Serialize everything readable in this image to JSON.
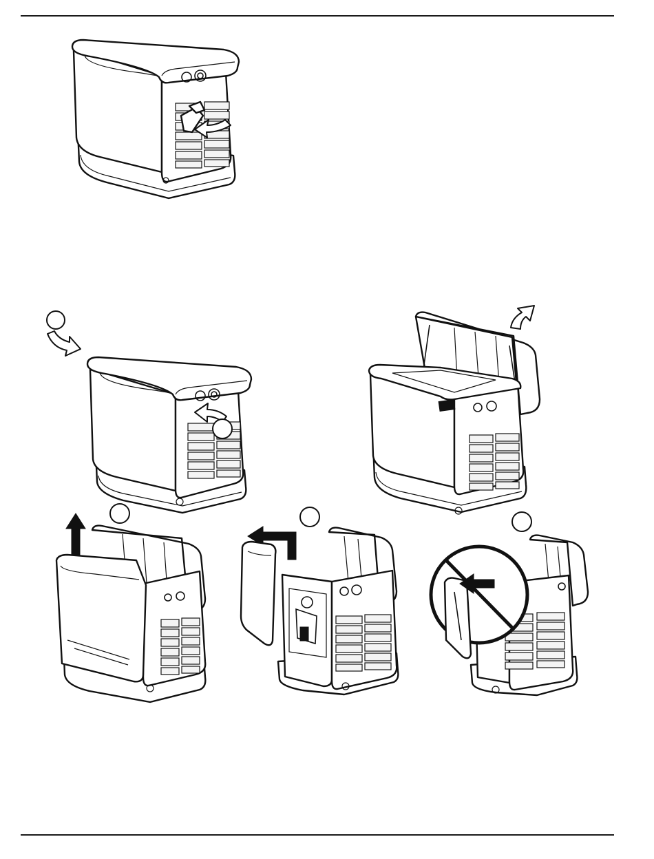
{
  "page": {
    "top_rule": true,
    "bottom_rule": true
  },
  "figures": [
    {
      "id": "fig-open-lock-access",
      "icon": "generator-closed-lid",
      "note": ""
    },
    {
      "id": "fig-step-1",
      "icon": "generator-closed-lid",
      "callouts": [
        "",
        ""
      ]
    },
    {
      "id": "fig-step-lift-lid",
      "icon": "generator-open-lid"
    },
    {
      "id": "fig-step-remove-side-panel",
      "icon": "generator-panel-lift",
      "callouts": [
        ""
      ]
    },
    {
      "id": "fig-step-remove-front-panel",
      "icon": "generator-front-panel-removed",
      "callouts": [
        ""
      ]
    },
    {
      "id": "fig-step-do-not",
      "icon": "prohibited-action",
      "callouts": [
        ""
      ]
    }
  ]
}
